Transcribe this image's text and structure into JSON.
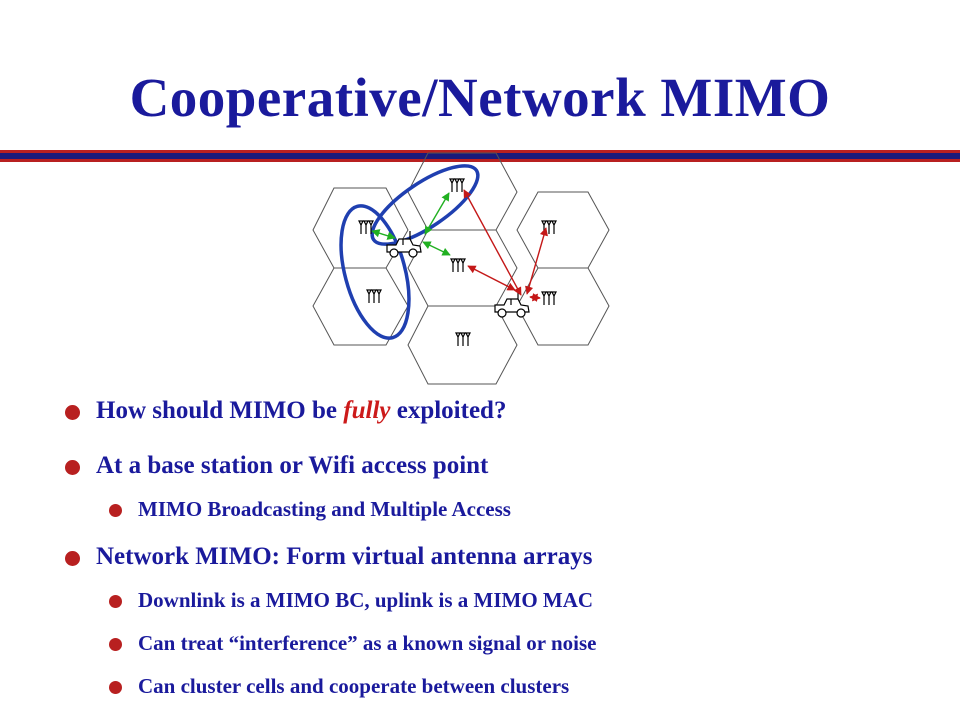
{
  "title": "Cooperative/Network MIMO",
  "colors": {
    "title": "#1a1a9c",
    "bullet_dot": "#b82020",
    "rule_red": "#b82020",
    "rule_blue": "#1a1a7a",
    "emphasis": "#cc1a1a"
  },
  "bullets": [
    {
      "level": 1,
      "before": "How should MIMO be ",
      "emph": "fully",
      "after": " exploited?"
    },
    {
      "level": 1,
      "text": "At a base station or Wifi access point"
    },
    {
      "level": 2,
      "text": "MIMO Broadcasting and Multiple Access"
    },
    {
      "level": 1,
      "text": "Network MIMO: Form virtual antenna arrays"
    },
    {
      "level": 2,
      "text": "Downlink is a MIMO BC, uplink is a MIMO MAC"
    },
    {
      "level": 2,
      "text": "Can treat “interference” as a known signal or noise"
    },
    {
      "level": 2,
      "text": "Can cluster cells and cooperate between clusters"
    }
  ],
  "diagram": {
    "icons": {
      "antenna": "antenna-icon",
      "vehicle": "car-icon"
    },
    "cells": 7
  }
}
